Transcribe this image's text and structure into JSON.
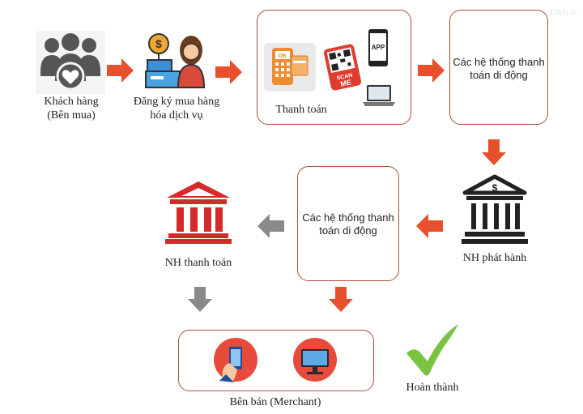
{
  "watermark": "DAN A",
  "nodes": {
    "customer": "Khách hàng\n(Bên mua)",
    "register": "Đăng ký mua hàng\nhóa dịch vụ",
    "payment": "Thanh toán",
    "mobile_top": "Các hệ thống thanh\ntoán di động",
    "issuer_bank": "NH phát hành",
    "mobile_mid": "Các hệ thống thanh\ntoán di động",
    "acquirer_bank": "NH thanh toán",
    "merchant": "Bên bán (Merchant)",
    "done": "Hoàn thành"
  },
  "badges": {
    "ok": "OK",
    "app": "APP",
    "scan": "SCAN",
    "me": "ME",
    "dollar": "$"
  },
  "colors": {
    "arrow_orange": "#e8502b",
    "arrow_gray": "#8a8a8a",
    "box_border": "#b0503a",
    "icon_red": "#d42a2a",
    "check_green": "#7cc242"
  }
}
